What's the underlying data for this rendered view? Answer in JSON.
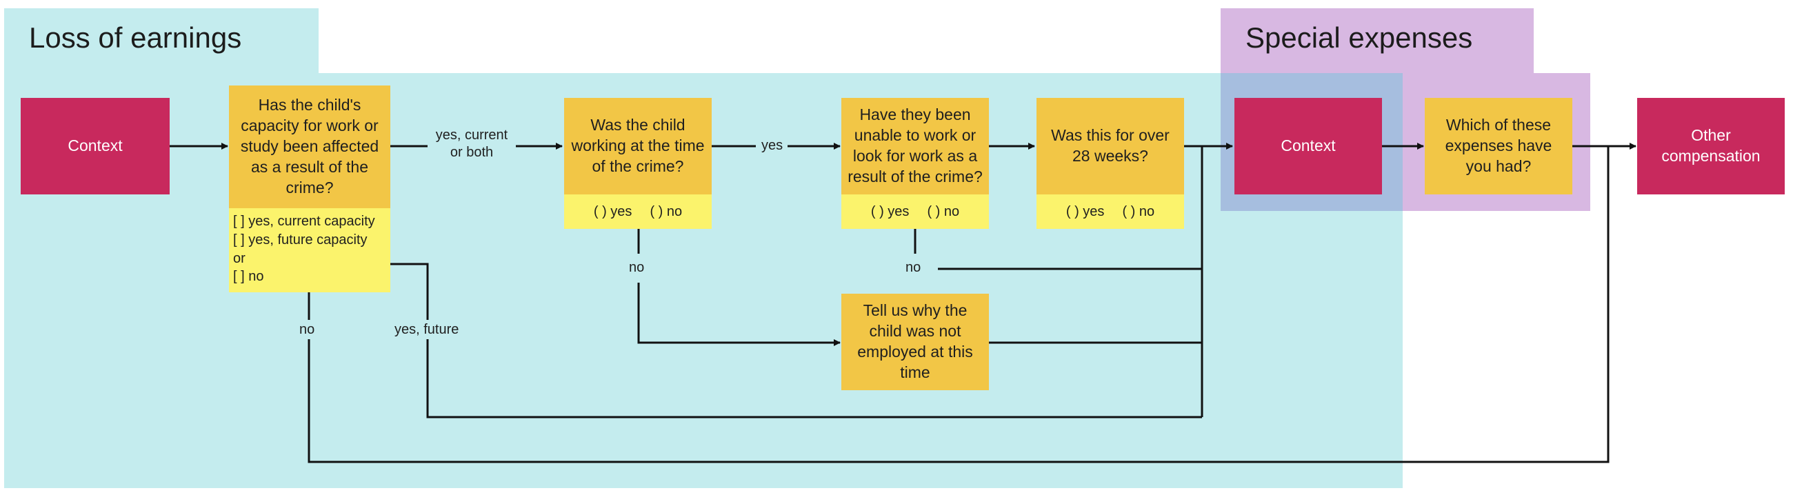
{
  "sections": {
    "loss_of_earnings": "Loss of earnings",
    "special_expenses": "Special expenses"
  },
  "nodes": {
    "context_1": "Context",
    "capacity_question": "Has the child's capacity for work or study been affected as a result of the crime?",
    "capacity_options": [
      "[  ] yes, current capacity",
      "[  ] yes, future capacity",
      "or",
      "[  ] no"
    ],
    "working_question": "Was the child working at the time of the crime?",
    "unable_question": "Have they been unable to work or look for work as a result of the crime?",
    "weeks_question": "Was this for over 28 weeks?",
    "radio_yes": "(   ) yes",
    "radio_no": "(   ) no",
    "why_not_employed": "Tell us why the child was not employed at this time",
    "context_2": "Context",
    "expenses_question": "Which of these expenses have you had?",
    "other_compensation": "Other compensation"
  },
  "edge_labels": {
    "yes_current_both": "yes, current or both",
    "yes": "yes",
    "no_working": "no",
    "no_unable": "no",
    "no_capacity": "no",
    "yes_future": "yes, future"
  },
  "colors": {
    "loss_region": "#c4ecee",
    "special_region": "#d8b8e2",
    "endpoint": "#c8295d",
    "question": "#f2c646",
    "answer": "#fbf36c"
  }
}
